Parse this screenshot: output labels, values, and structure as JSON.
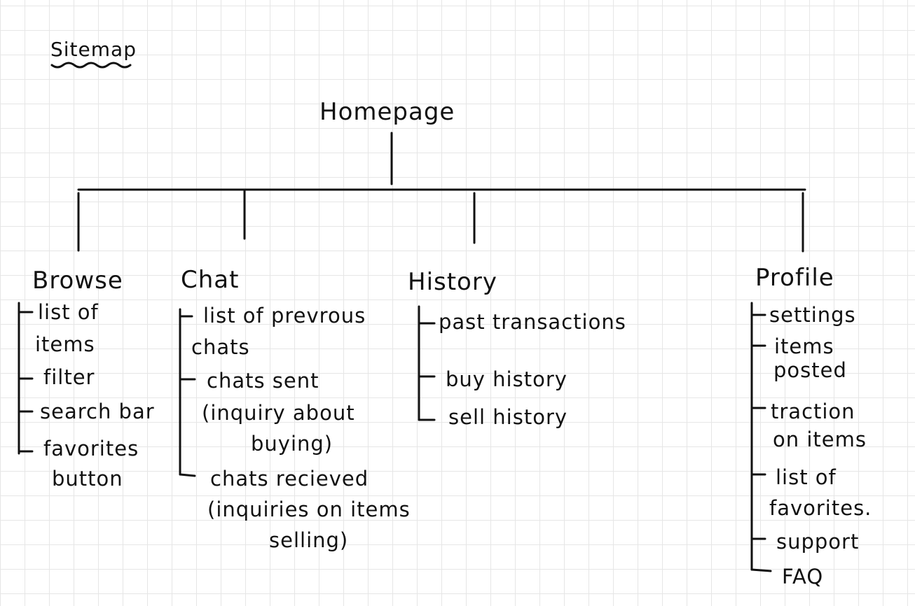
{
  "page_title": "Sitemap",
  "root": {
    "label": "Homepage"
  },
  "columns": [
    {
      "label": "Browse",
      "items": [
        "list of",
        "items",
        "filter",
        "search bar",
        "favorites",
        "button"
      ]
    },
    {
      "label": "Chat",
      "items": [
        "list of prevrous",
        "chats",
        "chats sent",
        "(inquiry about",
        "buying)",
        "chats recieved",
        "(inquiries on items",
        "selling)"
      ]
    },
    {
      "label": "History",
      "items": [
        "past transactions",
        "buy history",
        "sell history"
      ]
    },
    {
      "label": "Profile",
      "items": [
        "settings",
        "items",
        "posted",
        "traction",
        "on items",
        "list of",
        "favorites.",
        "support",
        "FAQ"
      ]
    }
  ],
  "colors": {
    "ink": "#111111",
    "grid": "#e6e6e6",
    "paper": "#ffffff"
  }
}
